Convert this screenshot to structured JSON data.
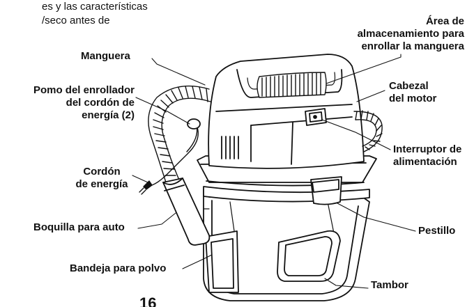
{
  "intro_text": {
    "line1": "es y las características",
    "line2": "/seco antes de"
  },
  "labels": {
    "manguera": "Manguera",
    "pomo": [
      "Pomo del enrollador",
      "del cordón de",
      "energía (2)"
    ],
    "cordon": [
      "Cordón",
      "de energía"
    ],
    "boquilla": "Boquilla para auto",
    "bandeja": "Bandeja para polvo",
    "area": [
      "Área de",
      "almacenamiento para",
      "enrollar la manguera"
    ],
    "cabezal": [
      "Cabezal",
      "del motor"
    ],
    "interruptor": [
      "Interruptor de",
      "alimentación"
    ],
    "pestillo": "Pestillo",
    "tambor": "Tambor"
  },
  "page_number": "16"
}
